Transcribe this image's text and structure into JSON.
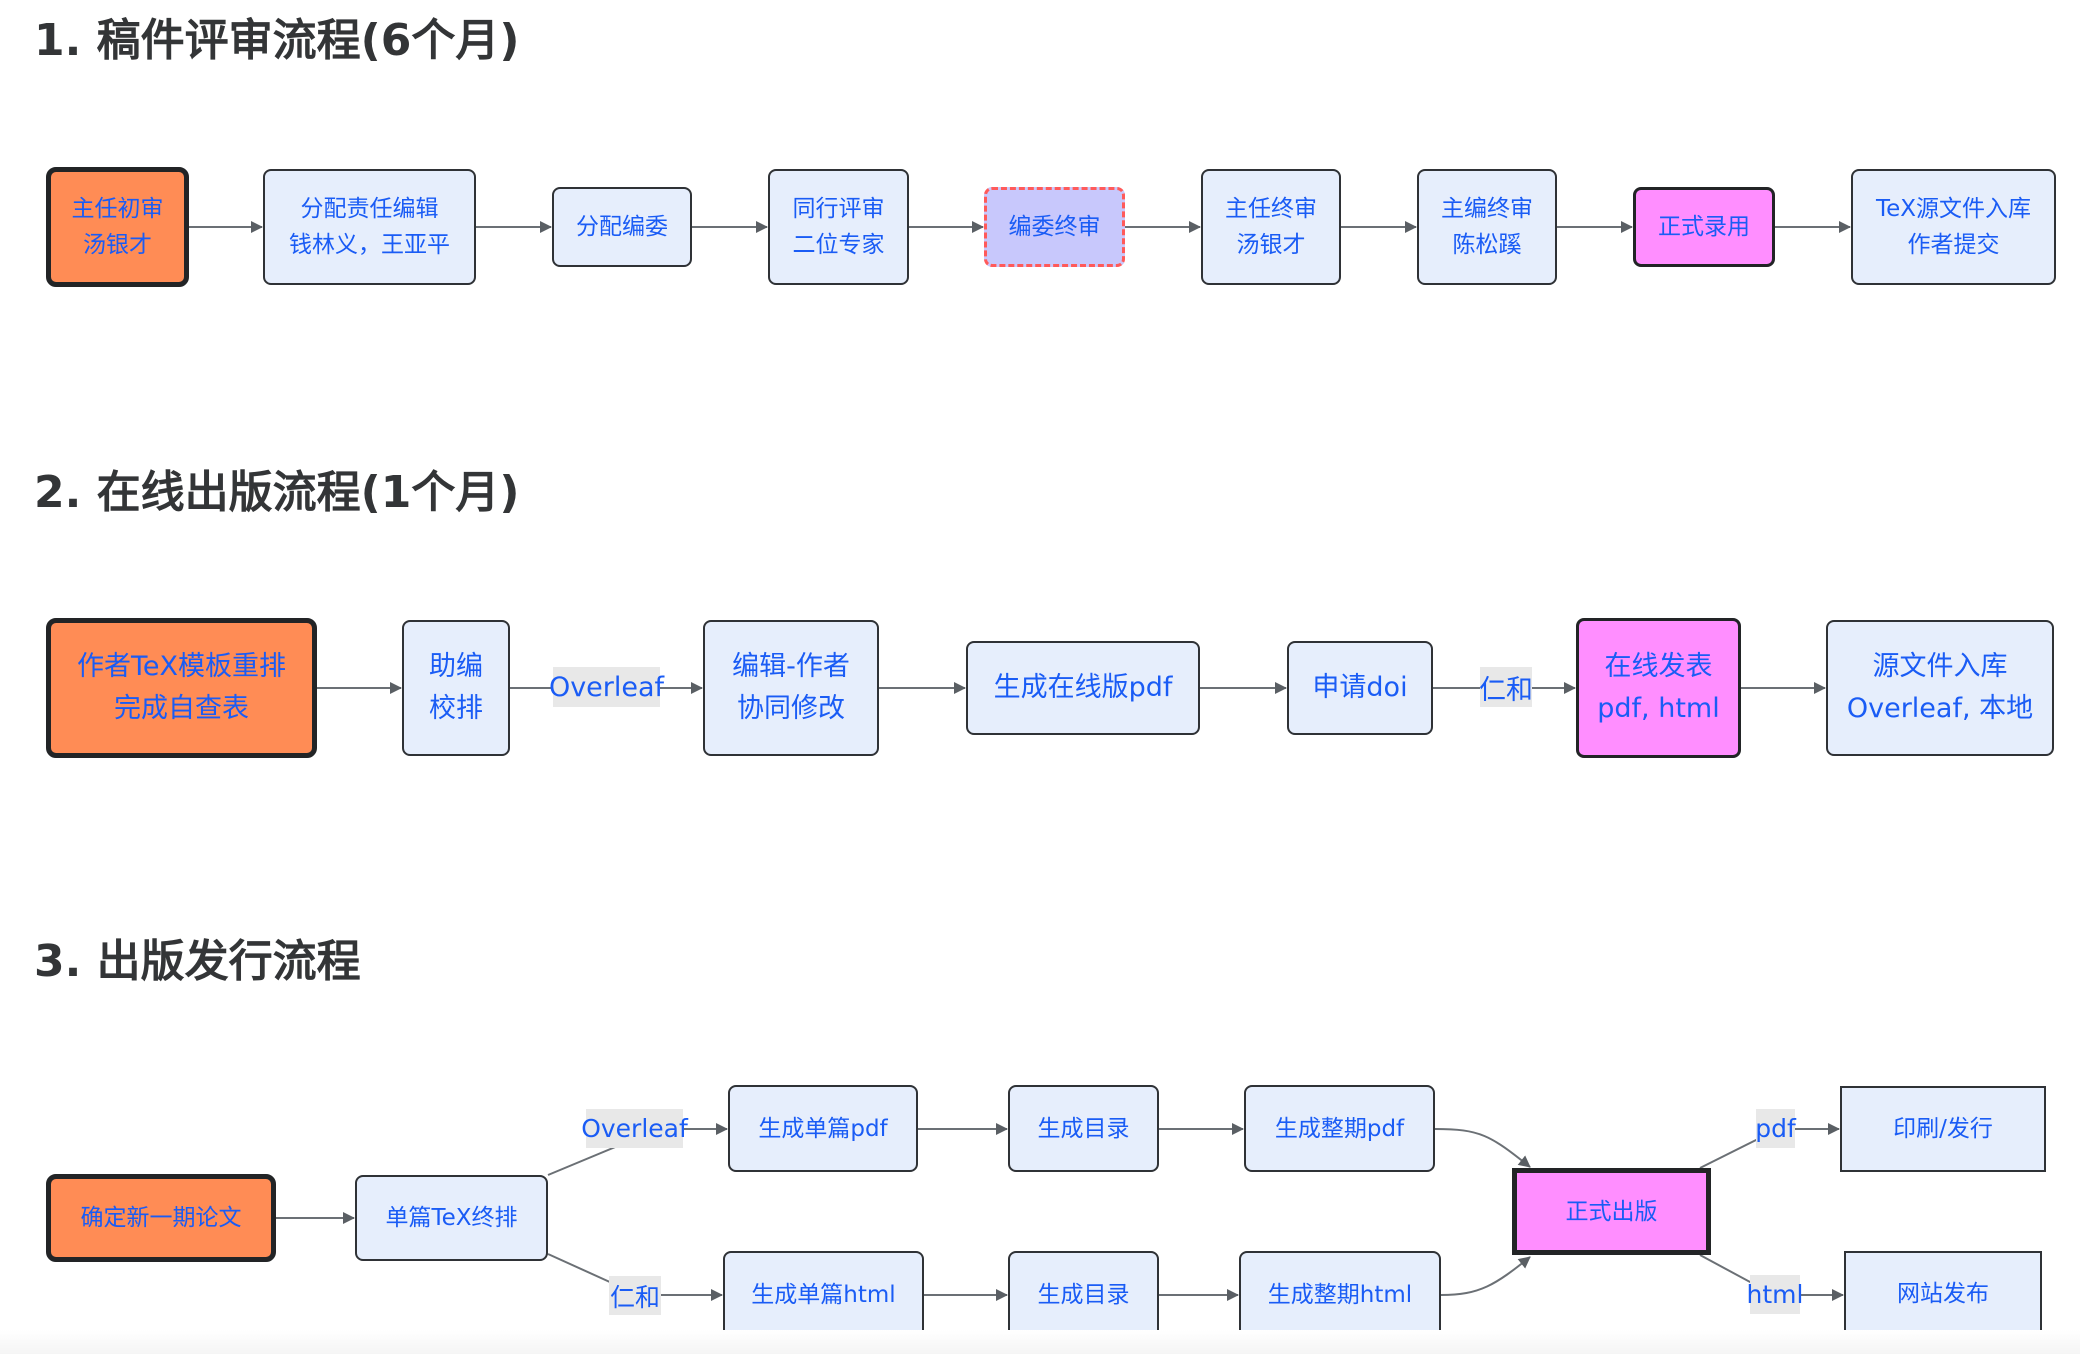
{
  "sections": [
    {
      "title": "1. 稿件评审流程(6个月)",
      "nodes": [
        {
          "label": "主任初审\n汤银才",
          "kind": "start"
        },
        {
          "label": "分配责任编辑\n钱林义，王亚平",
          "kind": "normal"
        },
        {
          "label": "分配编委",
          "kind": "normal"
        },
        {
          "label": "同行评审\n二位专家",
          "kind": "normal"
        },
        {
          "label": "编委终审",
          "kind": "vote"
        },
        {
          "label": "主任终审\n汤银才",
          "kind": "normal"
        },
        {
          "label": "主编终审\n陈松蹊",
          "kind": "normal"
        },
        {
          "label": "正式录用",
          "kind": "accept"
        },
        {
          "label": "TeX源文件入库\n作者提交",
          "kind": "normal"
        }
      ],
      "edge_labels": []
    },
    {
      "title": "2. 在线出版流程(1个月)",
      "nodes": [
        {
          "label": "作者TeX模板重排\n完成自查表",
          "kind": "start"
        },
        {
          "label": "助编\n校排",
          "kind": "normal"
        },
        {
          "label": "编辑-作者\n协同修改",
          "kind": "normal"
        },
        {
          "label": "生成在线版pdf",
          "kind": "normal"
        },
        {
          "label": "申请doi",
          "kind": "normal"
        },
        {
          "label": "在线发表\npdf, html",
          "kind": "accept"
        },
        {
          "label": "源文件入库\nOverleaf, 本地",
          "kind": "normal"
        }
      ],
      "edge_labels": [
        "Overleaf",
        "仁和"
      ]
    },
    {
      "title": "3. 出版发行流程",
      "nodes": [
        {
          "label": "确定新一期论文",
          "kind": "start"
        },
        {
          "label": "单篇TeX终排",
          "kind": "normal"
        },
        {
          "label": "生成单篇pdf",
          "kind": "normal"
        },
        {
          "label": "生成目录",
          "kind": "normal"
        },
        {
          "label": "生成整期pdf",
          "kind": "normal"
        },
        {
          "label": "生成单篇html",
          "kind": "normal"
        },
        {
          "label": "生成目录",
          "kind": "normal"
        },
        {
          "label": "生成整期html",
          "kind": "normal"
        },
        {
          "label": "正式出版",
          "kind": "accept"
        },
        {
          "label": "印刷/发行",
          "kind": "normal"
        },
        {
          "label": "网站发布",
          "kind": "normal"
        }
      ],
      "edge_labels": [
        "Overleaf",
        "仁和",
        "pdf",
        "html"
      ]
    }
  ],
  "colors": {
    "start_fill": "#ff8c55",
    "node_fill": "#e6eefc",
    "vote_fill": "#c8c8fc",
    "vote_border": "#ff5a5a",
    "accept_fill": "#ff8eff",
    "text": "#1a5cf5",
    "edge": "#6b7075",
    "edge_label_bg": "#e8e8e8",
    "heading": "#333537"
  }
}
